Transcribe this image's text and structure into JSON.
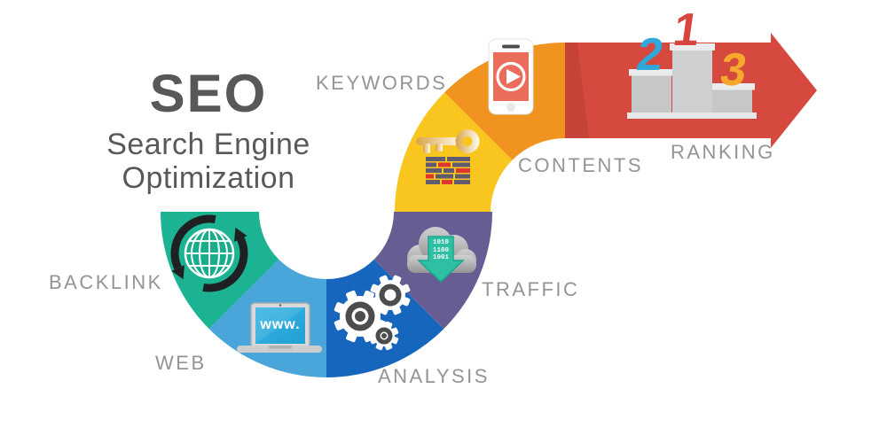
{
  "title": {
    "acronym": "SEO",
    "subtitle_line1": "Search Engine",
    "subtitle_line2": "Optimization"
  },
  "flow": {
    "segments": [
      {
        "label": "BACKLINK",
        "color": "#1cb392",
        "icon": "globe-sync-icon"
      },
      {
        "label": "WEB",
        "color": "#4aa6da",
        "icon": "laptop-www-icon"
      },
      {
        "label": "ANALYSIS",
        "color": "#1766bd",
        "icon": "gears-icon"
      },
      {
        "label": "TRAFFIC",
        "color": "#675d93",
        "icon": "cloud-binary-download-icon"
      },
      {
        "label": "KEYWORDS",
        "color": "#f9c51f",
        "icon": "key-brickwall-icon"
      },
      {
        "label": "CONTENTS",
        "color": "#f0931f",
        "icon": "smartphone-video-icon"
      },
      {
        "label": "RANKING",
        "color": "#d6493f",
        "icon": "podium-123-icon"
      }
    ]
  },
  "podium": {
    "rank1": "1",
    "rank2": "2",
    "rank3": "3",
    "rank1_color": "#d8453e",
    "rank2_color": "#2fa8dc",
    "rank3_color": "#f5a82c"
  },
  "laptop": {
    "screen_text": "www."
  },
  "cloud": {
    "binary_line1": "1010",
    "binary_line2": "1100",
    "binary_line3": "1001"
  },
  "colors": {
    "background": "#ffffff",
    "title_text": "#57585a",
    "label_text": "#929497",
    "arrow_red": "#d6493f",
    "globe_arrows": "#1f2021",
    "phone_screen": "#ea6c5b",
    "download_arrow_teal": "#2ec0a4"
  }
}
